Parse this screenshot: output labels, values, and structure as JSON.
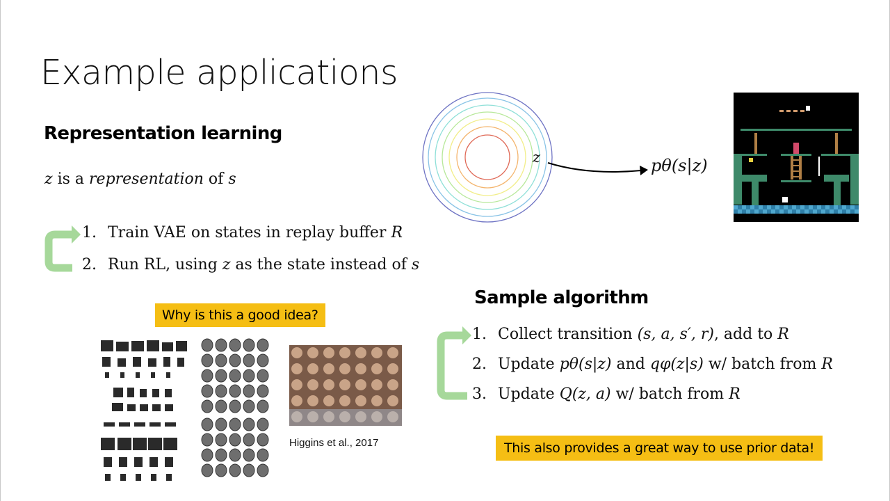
{
  "slide": {
    "title": "Example applications",
    "representation": {
      "heading": "Representation learning",
      "statement": {
        "z": "z",
        "is_a": "is a",
        "representation": "representation",
        "of": "of",
        "s": "s"
      },
      "steps": [
        {
          "number": "1.",
          "text": "Train VAE on states in replay buffer",
          "symbol": "R"
        },
        {
          "number": "2.",
          "text_a": "Run RL, using",
          "z": "z",
          "text_b": "as the state instead of",
          "s": "s"
        }
      ],
      "callout": "Why is this a good idea?",
      "citation": "Higgins et al., 2017"
    },
    "diagram": {
      "latent_label": "z",
      "decoder_label": "pθ(s|z)"
    },
    "algorithm": {
      "heading": "Sample algorithm",
      "steps": [
        {
          "number": "1.",
          "text_a": "Collect transition",
          "tuple": "(s, a, s′, r)",
          "text_b": ", add to",
          "symbol": "R"
        },
        {
          "number": "2.",
          "text_a": "Update",
          "p": "pθ(s|z)",
          "and": "and",
          "q": "qφ(z|s)",
          "text_b": "w/ batch from",
          "symbol": "R"
        },
        {
          "number": "3.",
          "text_a": "Update",
          "Q": "Q(z, a)",
          "text_b": "w/ batch from",
          "symbol": "R"
        }
      ],
      "callout": "This also provides a great way to use prior data!"
    }
  }
}
